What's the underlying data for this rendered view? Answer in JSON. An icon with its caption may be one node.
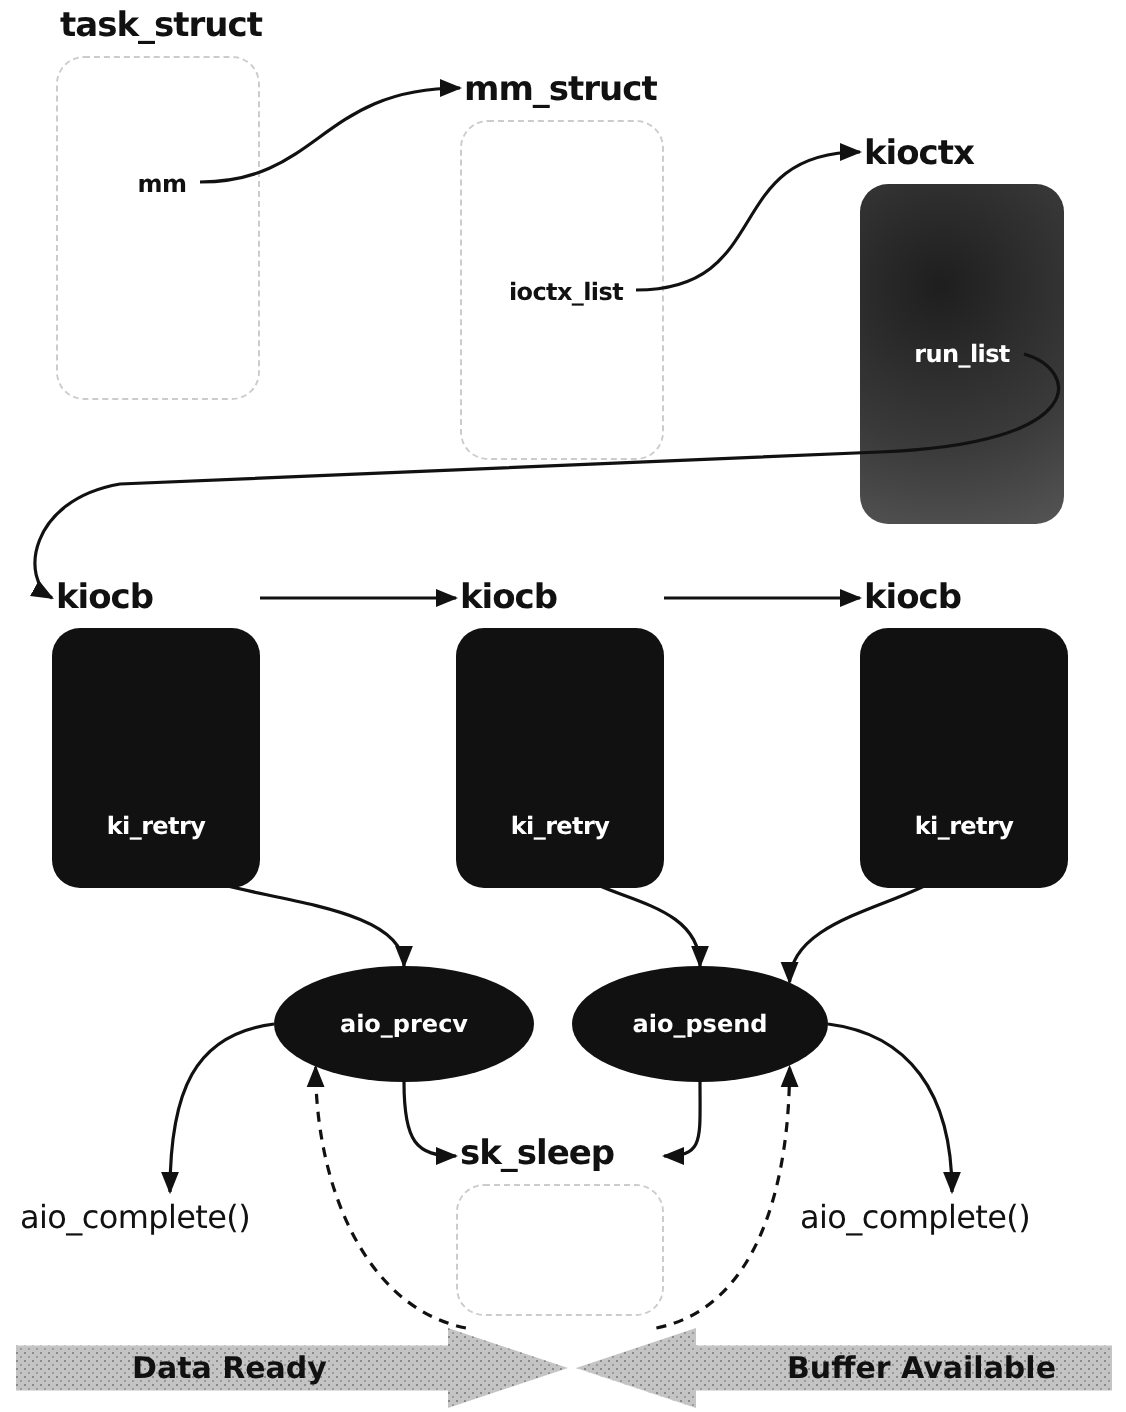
{
  "diagram": {
    "nodes": [
      {
        "text": [
          "task_struct"
        ]
      },
      {
        "text": [
          "mm"
        ],
        "in": 0
      },
      {
        "text": [
          "mm_struct"
        ]
      },
      {
        "text": [
          "ioctx_list"
        ],
        "in": 2
      },
      {
        "text": [
          "kioctx"
        ]
      },
      {
        "text": [
          "run_list"
        ],
        "in": 4
      },
      {
        "text": [
          "kiocb"
        ]
      },
      {
        "text": [
          "ki_retry"
        ],
        "in": 6
      },
      {
        "text": [
          "kiocb"
        ]
      },
      {
        "text": [
          "ki_retry"
        ],
        "in": 8
      },
      {
        "text": [
          "kiocb"
        ]
      },
      {
        "text": [
          "ki_retry"
        ],
        "in": 10
      },
      {
        "text": [
          "aio_precv"
        ]
      },
      {
        "text": [
          "aio_psend"
        ]
      },
      {
        "text": [
          "sk_sleep"
        ]
      },
      {
        "text": [
          "aio_complete()"
        ]
      },
      {
        "text": [
          "aio_complete()"
        ]
      },
      {
        "text": [
          "Data Ready"
        ]
      },
      {
        "text": [
          "Buffer Available"
        ]
      }
    ],
    "edges": [
      {
        "from": 1,
        "to": 2,
        "arrow": "to"
      },
      {
        "from": 3,
        "to": 4,
        "arrow": "to"
      },
      {
        "from": 5,
        "to": 6,
        "arrow": "to"
      },
      {
        "from": 6,
        "to": 8,
        "arrow": "to"
      },
      {
        "from": 8,
        "to": 10,
        "arrow": "to"
      },
      {
        "from": 7,
        "to": 12,
        "arrow": "to"
      },
      {
        "from": 9,
        "to": 13,
        "arrow": "to"
      },
      {
        "from": 11,
        "to": 13,
        "arrow": "to"
      },
      {
        "from": 12,
        "to": 14,
        "arrow": "to"
      },
      {
        "from": 13,
        "to": 14,
        "arrow": "to"
      },
      {
        "from": 12,
        "to": 15,
        "arrow": "to"
      },
      {
        "from": 13,
        "to": 16,
        "arrow": "to"
      },
      {
        "from": 17,
        "to": 12,
        "arrow": "to",
        "style": "dashed"
      },
      {
        "from": 18,
        "to": 13,
        "arrow": "to",
        "style": "dashed"
      }
    ]
  }
}
